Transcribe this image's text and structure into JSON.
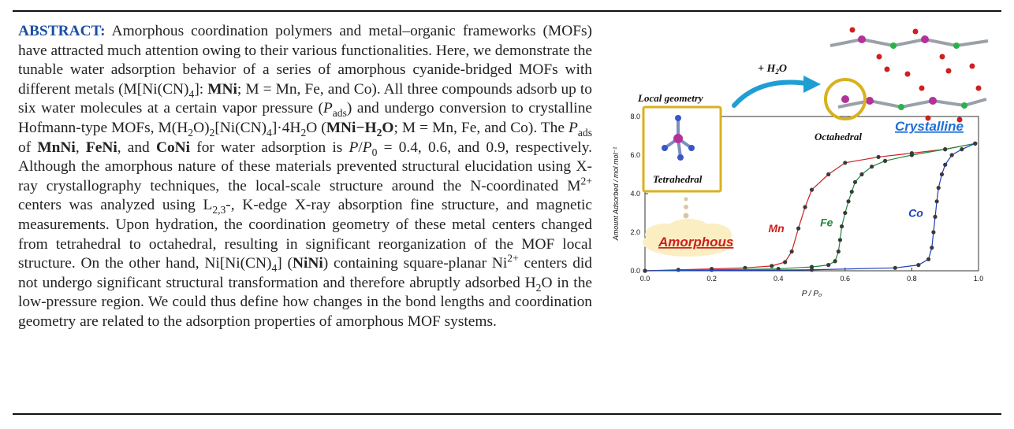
{
  "abstract": {
    "lead": "ABSTRACT:",
    "t1": " Amorphous coordination polymers and metal–organic frameworks (MOFs) have attracted much attention owing to their various functionalities. Here, we demonstrate the tunable water adsorption behavior of a series of amorphous cyanide-bridged MOFs with different metals (M[Ni(CN)",
    "t2": "]: ",
    "b_mnni": "MNi",
    "t3": "; M = Mn, Fe, and Co). All three compounds adsorb up to six water molecules at a certain vapor pressure (",
    "p": "P",
    "ads": "ads",
    "t4": ") and undergo conversion to crystalline Hofmann-type MOFs, M(H",
    "t5": "O)",
    "t6": "[Ni(CN)",
    "t7": "]·4H",
    "t8": "O (",
    "b_mnih2o_a": "MNi−H",
    "b_mnih2o_b": "O",
    "t9": "; M = Mn, Fe, and Co). The ",
    "t10": " of ",
    "b_mnni2": "MnNi",
    "comma": ", ",
    "b_feni": "FeNi",
    "and": ", and ",
    "b_coni": "CoNi",
    "t11": " for water adsorption is ",
    "pp0a": "P",
    "slash": "/",
    "pp0b": "P",
    "zero": "0",
    "t12": " = 0.4, 0.6, and 0.9, respectively. Although the amorphous nature of these materials prevented structural elucidation using X-ray crystallography techniques, the local-scale structure around the N-coordinated M",
    "sup2": "2+",
    "t13": " centers was analyzed using L",
    "l23": "2,3",
    "t14": "-, K-edge X-ray absorption fine structure, and magnetic measurements. Upon hydration, the coordination geometry of these metal centers changed from tetrahedral to octahedral, resulting in significant reorganization of the MOF local structure. On the other hand, Ni[Ni(CN)",
    "t15": "] (",
    "b_nini": "NiNi",
    "t16": ") containing square-planar Ni",
    "t17": " centers did not undergo significant structural transformation and therefore abruptly adsorbed H",
    "t18": "O in the low-pressure region. We could thus define how changes in the bond lengths and coordination geometry are related to the adsorption properties of amorphous MOF systems.",
    "sub4": "4",
    "sub2": "2",
    "sup2b": "2+"
  },
  "figure": {
    "local_geometry": "Local geometry",
    "tetrahedral": "Tetrahedral",
    "amorphous": "Amorphous",
    "h2o_plus": "+ H",
    "h2o_sub": "2",
    "h2o_o": "O",
    "octahedral": "Octahedral",
    "crystalline": "Crystalline",
    "colors": {
      "mn": "#cc1f1f",
      "fe": "#1e8a3c",
      "co": "#1f3fbf",
      "accent": "#1f9ed4",
      "frame": "#d8b21e"
    }
  },
  "chart_data": {
    "type": "line",
    "xlabel": "P / P₀",
    "ylabel": "Amount Adsorbed / mol mol⁻¹",
    "xlim": [
      0,
      1.0
    ],
    "ylim": [
      0,
      8.0
    ],
    "xticks": [
      "0.0",
      "0.2",
      "0.4",
      "0.6",
      "0.8",
      "1.0"
    ],
    "yticks": [
      "0.0",
      "2.0",
      "4.0",
      "6.0",
      "8.0"
    ],
    "series": [
      {
        "name": "Mn",
        "color": "#cc1f1f",
        "x": [
          0.0,
          0.1,
          0.2,
          0.3,
          0.38,
          0.42,
          0.44,
          0.46,
          0.48,
          0.5,
          0.55,
          0.6,
          0.7,
          0.8,
          0.9,
          0.99
        ],
        "y": [
          0.0,
          0.05,
          0.1,
          0.15,
          0.25,
          0.45,
          1.0,
          2.2,
          3.3,
          4.2,
          5.0,
          5.6,
          5.9,
          6.1,
          6.3,
          6.6
        ]
      },
      {
        "name": "Fe",
        "color": "#1e8a3c",
        "x": [
          0.0,
          0.2,
          0.4,
          0.5,
          0.55,
          0.57,
          0.58,
          0.585,
          0.59,
          0.6,
          0.61,
          0.62,
          0.63,
          0.65,
          0.68,
          0.72,
          0.8,
          0.9,
          0.99
        ],
        "y": [
          0.0,
          0.05,
          0.1,
          0.2,
          0.3,
          0.5,
          1.0,
          1.6,
          2.3,
          3.0,
          3.6,
          4.1,
          4.6,
          5.0,
          5.4,
          5.7,
          6.0,
          6.3,
          6.6
        ]
      },
      {
        "name": "Co",
        "color": "#1f3fbf",
        "x": [
          0.0,
          0.5,
          0.75,
          0.82,
          0.85,
          0.86,
          0.865,
          0.87,
          0.875,
          0.88,
          0.89,
          0.9,
          0.92,
          0.95,
          0.99
        ],
        "y": [
          0.0,
          0.05,
          0.15,
          0.3,
          0.6,
          1.2,
          2.0,
          2.8,
          3.6,
          4.3,
          5.0,
          5.5,
          6.0,
          6.3,
          6.6
        ]
      }
    ],
    "series_labels": [
      "Mn",
      "Fe",
      "Co"
    ]
  }
}
